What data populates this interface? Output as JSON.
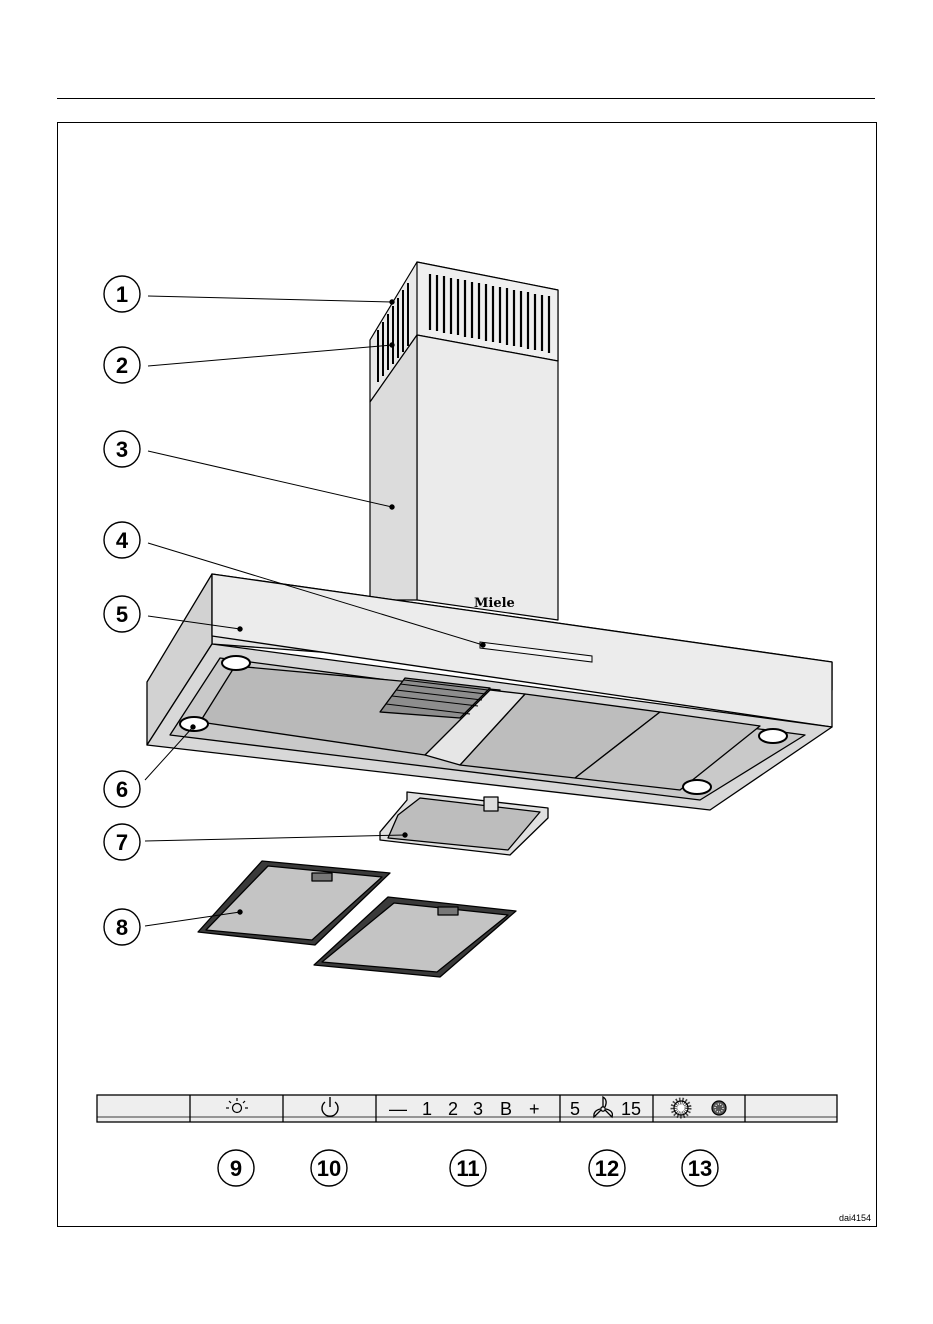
{
  "callouts": [
    "1",
    "2",
    "3",
    "4",
    "5",
    "6",
    "7",
    "8"
  ],
  "control_panel": {
    "callouts": [
      "9",
      "10",
      "11",
      "12",
      "13"
    ],
    "fan_minus": "—",
    "fan_levels": [
      "1",
      "2",
      "3",
      "B"
    ],
    "fan_plus": "+",
    "timer_min": "5",
    "timer_max": "15"
  },
  "brand": "Miele",
  "figure_ref": "dai4154",
  "colors": {
    "line": "#000000",
    "metal": "#e6e6e6",
    "metal_dark": "#cfcfcf",
    "filter": "#bdbdbd"
  },
  "icons": [
    "light-icon",
    "power-icon",
    "fan-icon",
    "filter-grease-icon",
    "filter-charcoal-icon"
  ]
}
